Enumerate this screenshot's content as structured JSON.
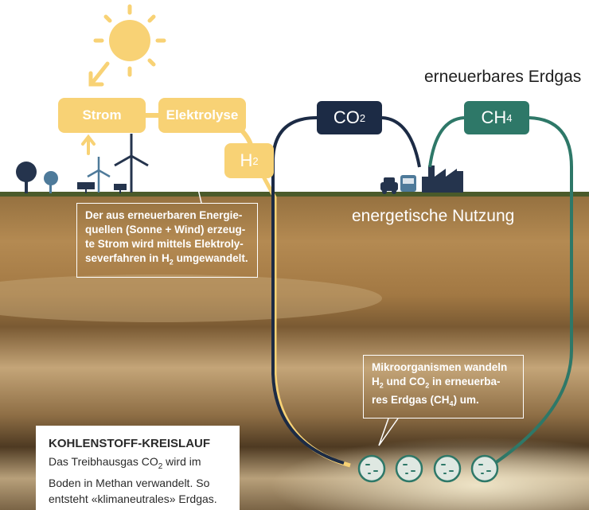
{
  "labels": {
    "strom": "Strom",
    "elektrolyse": "Elektrolyse",
    "h2": "H",
    "h2_sub": "2",
    "co2": "CO",
    "co2_sub": "2",
    "ch4": "CH",
    "ch4_sub": "4",
    "title_top": "erneuerbares Erdgas",
    "title_mid": "energetische Nutzung"
  },
  "callout_left": {
    "line1": "Der aus erneuerbaren Energie-",
    "line2": "quellen (Sonne + Wind) erzeug-",
    "line3": "te Strom wird mittels Elektroly-",
    "line4a": "severfahren in H",
    "line4sub": "2",
    "line4b": " umgewandelt."
  },
  "callout_right": {
    "line1": "Mikroorganismen wandeln",
    "line2a": "H",
    "line2sub1": "2",
    "line2b": " und CO",
    "line2sub2": "2",
    "line2c": " in erneuerba-",
    "line3a": "res Erdgas (CH",
    "line3sub": "4",
    "line3b": ") um."
  },
  "info_box": {
    "title": "KOHLENSTOFF-KREISLAUF",
    "line1a": "Das Treibhausgas CO",
    "line1sub": "2",
    "line1b": " wird im",
    "line2": "Boden in Methan verwandelt. So",
    "line3": "entsteht «klimaneutrales» Erdgas."
  },
  "colors": {
    "sun_yellow": "#f8d275",
    "co2_navy": "#1c2b45",
    "ch4_teal": "#2e7868",
    "soil_top": "#a57a43",
    "soil_dark": "#5a4226"
  }
}
